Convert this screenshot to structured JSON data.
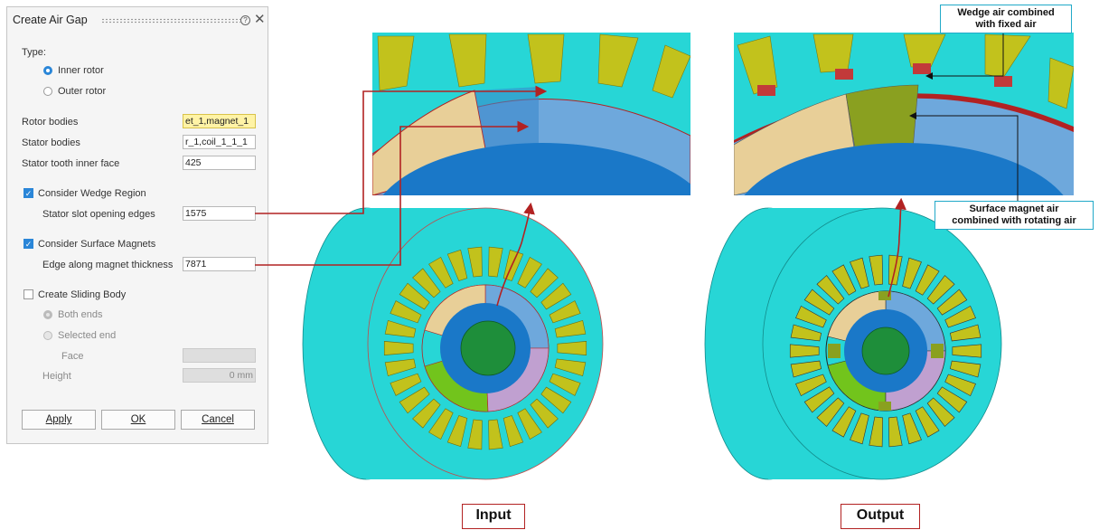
{
  "dialog": {
    "title": "Create Air Gap",
    "type_label": "Type:",
    "type_options": [
      {
        "label": "Inner rotor",
        "selected": true
      },
      {
        "label": "Outer rotor",
        "selected": false
      }
    ],
    "rotor_bodies": {
      "label": "Rotor bodies",
      "value": "et_1,magnet_1"
    },
    "stator_bodies": {
      "label": "Stator bodies",
      "value": "r_1,coil_1_1_1"
    },
    "stator_tooth": {
      "label": "Stator tooth inner face",
      "value": "425"
    },
    "wedge": {
      "label": "Consider Wedge Region",
      "checked": true,
      "edges_label": "Stator slot opening edges",
      "edges_value": "1575"
    },
    "magnets": {
      "label": "Consider Surface Magnets",
      "checked": true,
      "edge_label": "Edge along magnet thickness",
      "edge_value": "7871"
    },
    "sliding": {
      "label": "Create Sliding Body",
      "checked": false,
      "both_ends": "Both ends",
      "selected_end": "Selected end",
      "face_label": "Face",
      "height_label": "Height",
      "height_value": "0 mm"
    },
    "buttons": {
      "apply": "Apply",
      "ok": "OK",
      "cancel": "Cancel"
    }
  },
  "annotations": {
    "wedge_callout": {
      "line1": "Wedge air combined",
      "line2": "with fixed air"
    },
    "magnet_callout": {
      "line1": "Surface magnet air",
      "line2": "combined with rotating air"
    },
    "input_label": "Input",
    "output_label": "Output"
  },
  "colors": {
    "cyan": "#27d6d6",
    "yellow_olive": "#c2c21c",
    "blue": "#1a78c8",
    "green": "#2a9a3a",
    "light_blue": "#6ea8dc",
    "beige": "#e8cf98",
    "olive": "#8aa020",
    "lime": "#72c41c",
    "lilac": "#c0a0d0",
    "accent_red": "#b22222",
    "selection_blue": "#2a86d8"
  }
}
